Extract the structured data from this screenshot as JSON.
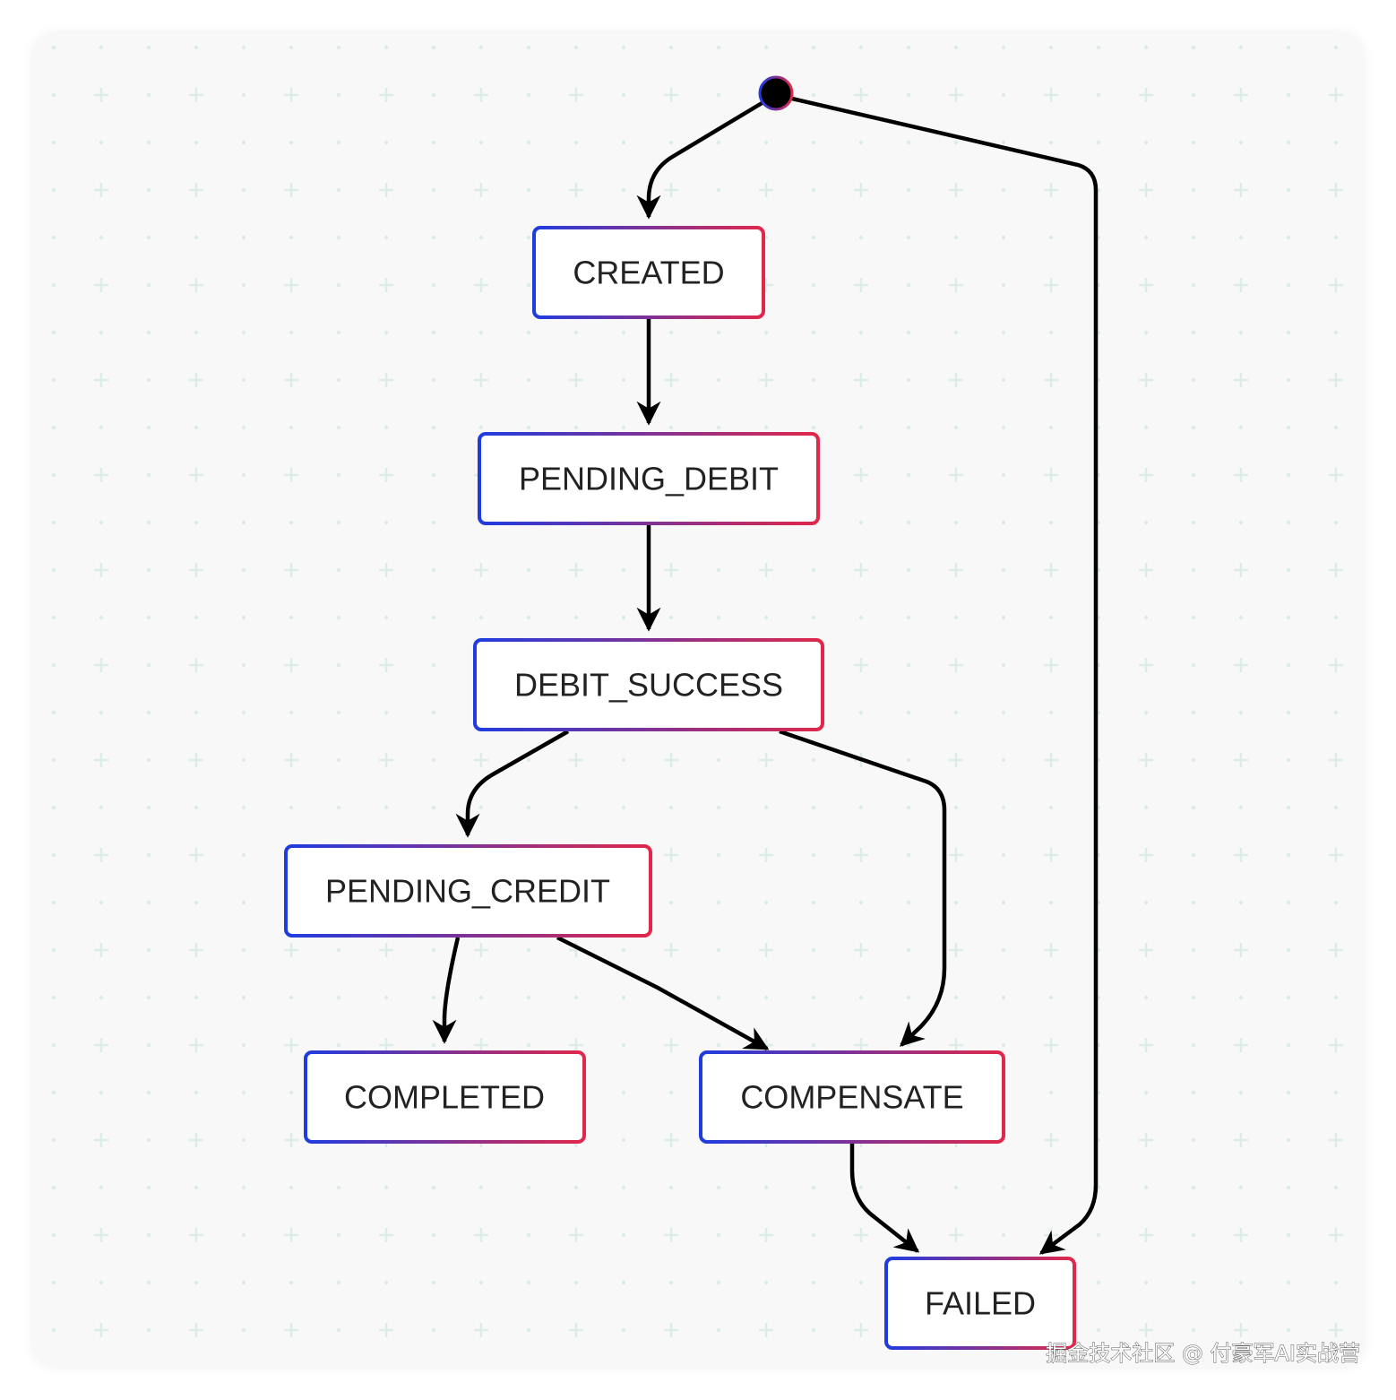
{
  "diagram": {
    "states": {
      "created": "CREATED",
      "pending_debit": "PENDING_DEBIT",
      "debit_success": "DEBIT_SUCCESS",
      "pending_credit": "PENDING_CREDIT",
      "completed": "COMPLETED",
      "compensate": "COMPENSATE",
      "failed": "FAILED"
    },
    "transitions": [
      {
        "from": "start",
        "to": "created"
      },
      {
        "from": "start",
        "to": "failed"
      },
      {
        "from": "created",
        "to": "pending_debit"
      },
      {
        "from": "pending_debit",
        "to": "debit_success"
      },
      {
        "from": "debit_success",
        "to": "pending_credit"
      },
      {
        "from": "debit_success",
        "to": "compensate"
      },
      {
        "from": "pending_credit",
        "to": "completed"
      },
      {
        "from": "pending_credit",
        "to": "compensate"
      },
      {
        "from": "compensate",
        "to": "failed"
      }
    ],
    "colors": {
      "border_start": "#1f3ce0",
      "border_end": "#e0284a",
      "edge": "#000000",
      "grid_mark": "#dcece8",
      "background": "#f8f8f8"
    }
  },
  "watermark": "掘金技术社区 @ 付豪军AI实战营"
}
